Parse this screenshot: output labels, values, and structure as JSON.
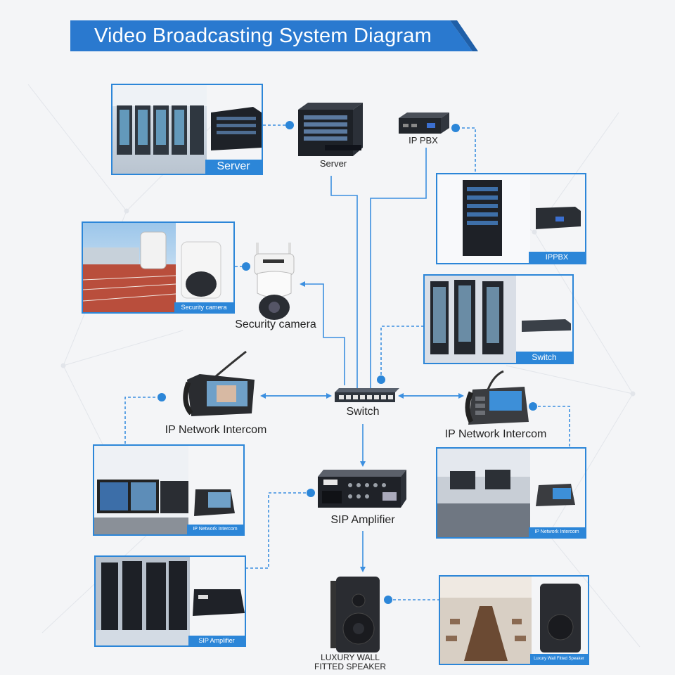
{
  "title": "Video Broadcasting System Diagram",
  "colors": {
    "accent": "#2c86d8",
    "line": "#3b8fe0",
    "background": "#f4f5f7"
  },
  "devices": {
    "server": {
      "label": "Server",
      "icon": "server-rack-icon"
    },
    "ip_pbx": {
      "label": "IP PBX",
      "icon": "mini-pc-icon"
    },
    "security_camera": {
      "label": "Security camera",
      "icon": "ptz-camera-icon"
    },
    "switch": {
      "label": "Switch",
      "icon": "network-switch-icon"
    },
    "intercom_left": {
      "label": "IP Network Intercom",
      "icon": "desk-intercom-icon"
    },
    "intercom_right": {
      "label": "IP Network Intercom",
      "icon": "desk-phone-icon"
    },
    "sip_amplifier": {
      "label": "SIP Amplifier",
      "icon": "amplifier-icon"
    },
    "speaker": {
      "label_line1": "LUXURY WALL",
      "label_line2": "FITTED  SPEAKER",
      "icon": "wall-speaker-icon"
    }
  },
  "cards": {
    "server": {
      "caption": "Server"
    },
    "ippbx": {
      "caption": "IPPBX"
    },
    "camera": {
      "caption": "Security camera"
    },
    "switch": {
      "caption": "Switch"
    },
    "intercom_left": {
      "caption": "IP Network Intercom"
    },
    "intercom_right": {
      "caption": "IP Network Intercom"
    },
    "amplifier": {
      "caption": "SIP Amplifier"
    },
    "speaker": {
      "caption": "Luxury Wall  Fitted  Speaker"
    }
  }
}
